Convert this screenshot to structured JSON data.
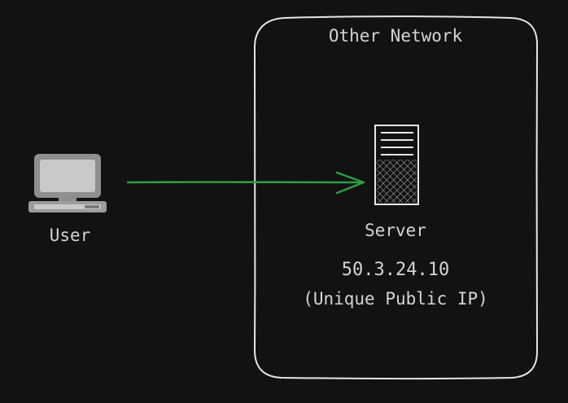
{
  "diagram": {
    "network_label": "Other Network",
    "user_label": "User",
    "server_label": "Server",
    "server_ip": "50.3.24.10",
    "server_ip_note": "(Unique Public IP)"
  },
  "colors": {
    "background": "#121212",
    "stroke": "#e6e6e6",
    "text": "#d4d4d4",
    "arrow": "#2f9e44",
    "laptop_screen": "#c9c9c9",
    "laptop_body": "#8f8f8f"
  },
  "icons": [
    "laptop-icon",
    "server-icon"
  ]
}
